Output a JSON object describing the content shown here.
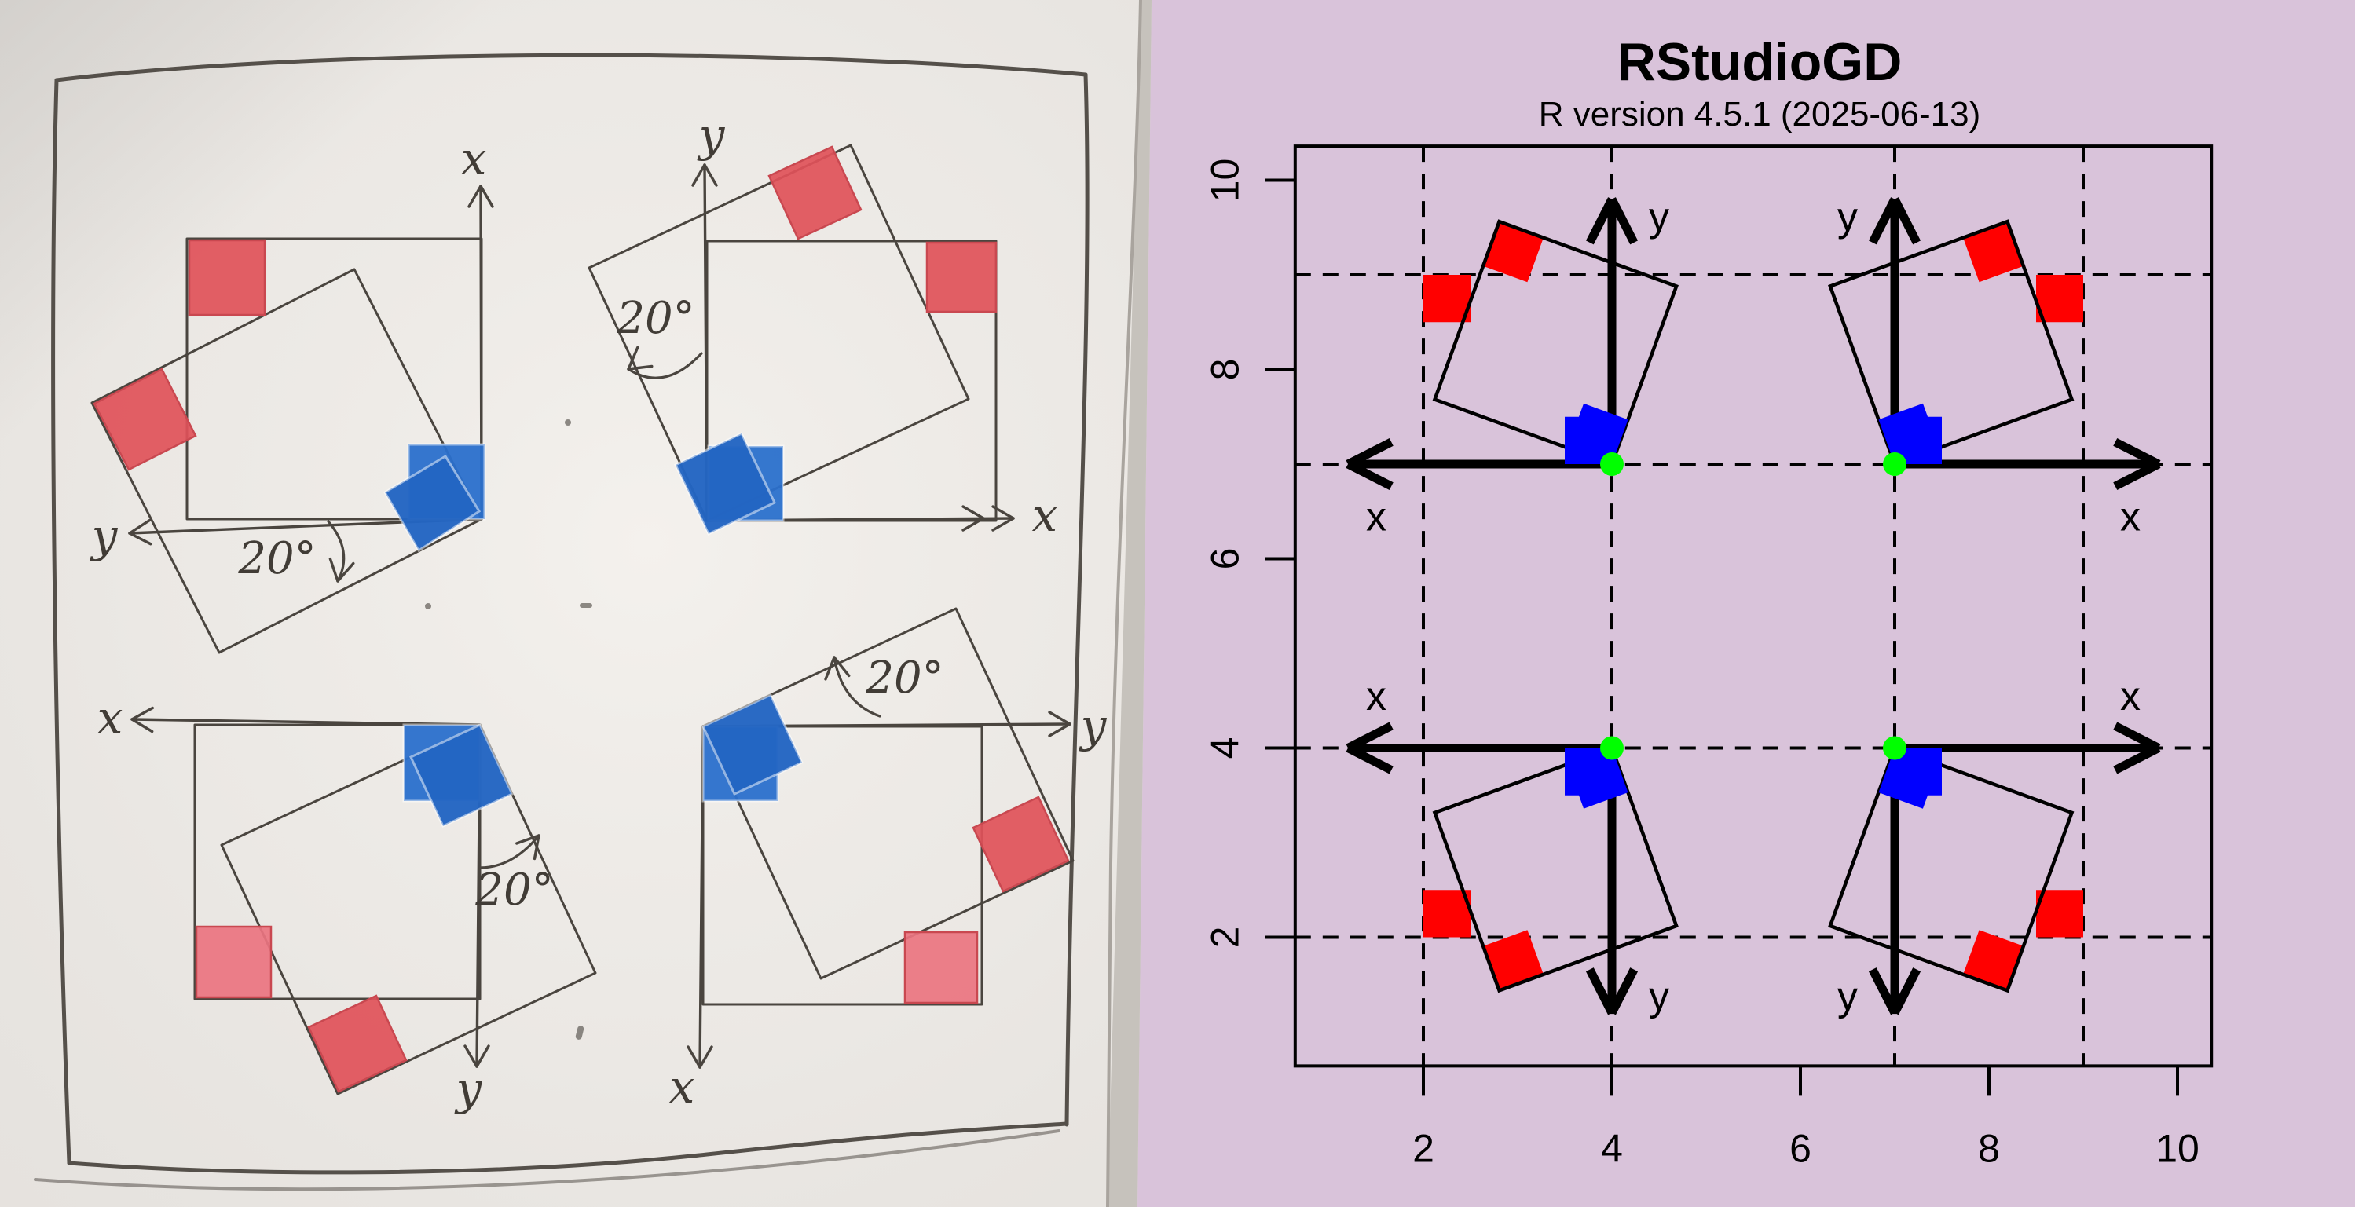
{
  "window": {
    "title": "RStudioGD",
    "subtitle": "R version 4.5.1 (2025-06-13)"
  },
  "chart_data": {
    "type": "geometric-figure-plot",
    "title": "RStudioGD",
    "subtitle": "R version 4.5.1 (2025-06-13)",
    "xlim": [
      0.64,
      10.36
    ],
    "ylim": [
      0.64,
      10.36
    ],
    "x_ticks": [
      2,
      4,
      6,
      8,
      10
    ],
    "y_ticks": [
      2,
      4,
      6,
      8,
      10
    ],
    "grid_x": [
      2,
      4,
      7,
      9
    ],
    "grid_y": [
      2,
      4,
      7,
      9
    ],
    "grid_style": "dashed",
    "square_side": 2,
    "corner_marker_side": 0.5,
    "axis_arrow_length": 2.8,
    "figures": [
      {
        "name": "top-left",
        "origin": [
          4,
          7
        ],
        "x_dir": -1,
        "y_dir": 1,
        "rotation_deg": -20,
        "x_label": "x",
        "y_label": "y"
      },
      {
        "name": "top-right",
        "origin": [
          7,
          7
        ],
        "x_dir": 1,
        "y_dir": 1,
        "rotation_deg": 20,
        "x_label": "x",
        "y_label": "y"
      },
      {
        "name": "bottom-left",
        "origin": [
          4,
          4
        ],
        "x_dir": -1,
        "y_dir": -1,
        "rotation_deg": 20,
        "x_label": "x",
        "y_label": "y"
      },
      {
        "name": "bottom-right",
        "origin": [
          7,
          4
        ],
        "x_dir": 1,
        "y_dir": -1,
        "rotation_deg": -20,
        "x_label": "x",
        "y_label": "y"
      }
    ],
    "colors": {
      "background": "#d9c3da",
      "line": "#000000",
      "red_marker": "#ff0000",
      "blue_marker": "#0000ff",
      "origin_dot": "#00ff00"
    }
  },
  "sketch": {
    "description": "hand-drawn whiteboard version of the four rotated squares",
    "x_label": "x",
    "y_label": "y",
    "angle_label": "20°",
    "figures": [
      "top-left",
      "top-right",
      "bottom-left",
      "bottom-right"
    ],
    "colors": {
      "paper": "#e9e6e2",
      "pen": "#4a453f",
      "red": "#e05159",
      "red_light": "#ea7480",
      "blue": "#2a70cc"
    }
  }
}
